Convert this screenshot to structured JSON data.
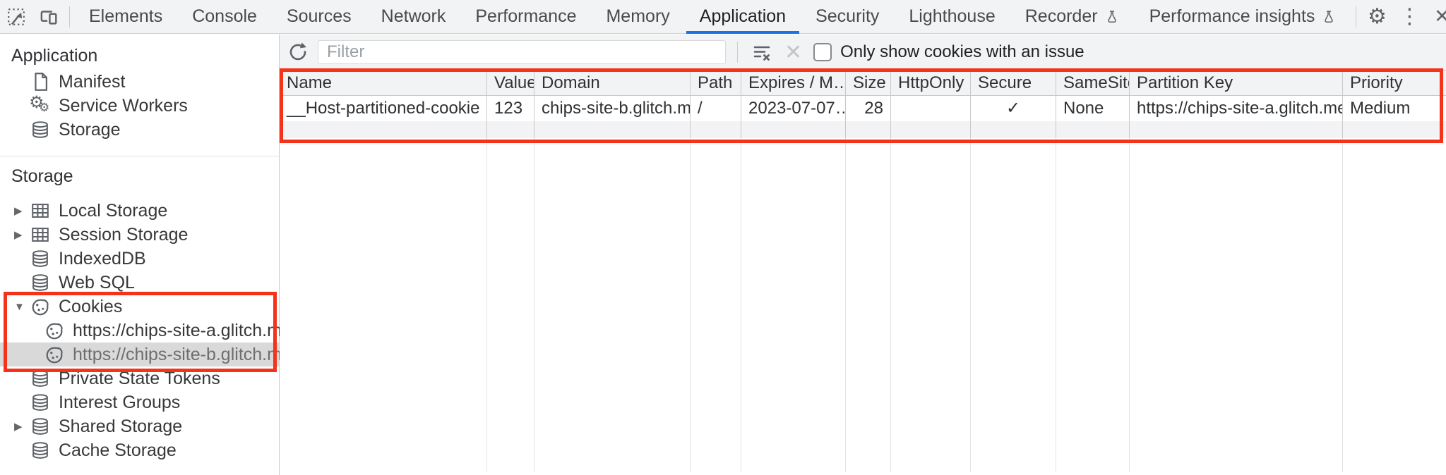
{
  "topbar": {
    "tabs": [
      {
        "label": "Elements"
      },
      {
        "label": "Console"
      },
      {
        "label": "Sources"
      },
      {
        "label": "Network"
      },
      {
        "label": "Performance"
      },
      {
        "label": "Memory"
      },
      {
        "label": "Application",
        "active": true
      },
      {
        "label": "Security"
      },
      {
        "label": "Lighthouse"
      },
      {
        "label": "Recorder",
        "flask": true
      },
      {
        "label": "Performance insights",
        "flask": true
      }
    ],
    "settings_glyph": "⚙",
    "more_glyph": "⋮",
    "close_glyph": "✕"
  },
  "glyphs": {
    "collapsed": "▶",
    "expanded": "▼",
    "check": "✓"
  },
  "sidebar": {
    "application_section": {
      "title": "Application",
      "items": [
        {
          "icon": "file-icon",
          "label": "Manifest"
        },
        {
          "icon": "service-workers-icon",
          "label": "Service Workers"
        },
        {
          "icon": "database-icon",
          "label": "Storage"
        }
      ]
    },
    "storage_section": {
      "title": "Storage",
      "items": [
        {
          "icon": "table-icon",
          "label": "Local Storage",
          "state": "collapsed"
        },
        {
          "icon": "table-icon",
          "label": "Session Storage",
          "state": "collapsed"
        },
        {
          "icon": "database-icon",
          "label": "IndexedDB"
        },
        {
          "icon": "database-icon",
          "label": "Web SQL"
        },
        {
          "icon": "cookie-icon",
          "label": "Cookies",
          "state": "expanded"
        },
        {
          "icon": "cookie-icon",
          "label": "https://chips-site-a.glitch.me",
          "child": true
        },
        {
          "icon": "cookie-icon",
          "label": "https://chips-site-b.glitch.me",
          "child": true,
          "selected": true
        },
        {
          "icon": "database-icon",
          "label": "Private State Tokens"
        },
        {
          "icon": "database-icon",
          "label": "Interest Groups"
        },
        {
          "icon": "database-icon",
          "label": "Shared Storage",
          "state": "collapsed"
        },
        {
          "icon": "database-icon",
          "label": "Cache Storage"
        }
      ]
    }
  },
  "toolbar": {
    "filter_placeholder": "Filter",
    "only_issues_label": "Only show cookies with an issue",
    "checkbox_checked": false
  },
  "cookies_table": {
    "columns": [
      "Name",
      "Value",
      "Domain",
      "Path",
      "Expires / M…",
      "Size",
      "HttpOnly",
      "Secure",
      "SameSite",
      "Partition Key",
      "Priority"
    ],
    "rows": [
      {
        "name": "__Host-partitioned-cookie",
        "value": "123",
        "domain": "chips-site-b.glitch.me",
        "path": "/",
        "expires": "2023-07-07…",
        "size": "28",
        "http_only": "",
        "secure": "✓",
        "same_site": "None",
        "partition_key": "https://chips-site-a.glitch.me",
        "priority": "Medium"
      }
    ]
  },
  "colors": {
    "accent_blue": "#1a73e8",
    "annotation_red": "#f5331b",
    "selected_item_bg": "#d9d9d9",
    "panel_bg": "#f1f3f4"
  }
}
